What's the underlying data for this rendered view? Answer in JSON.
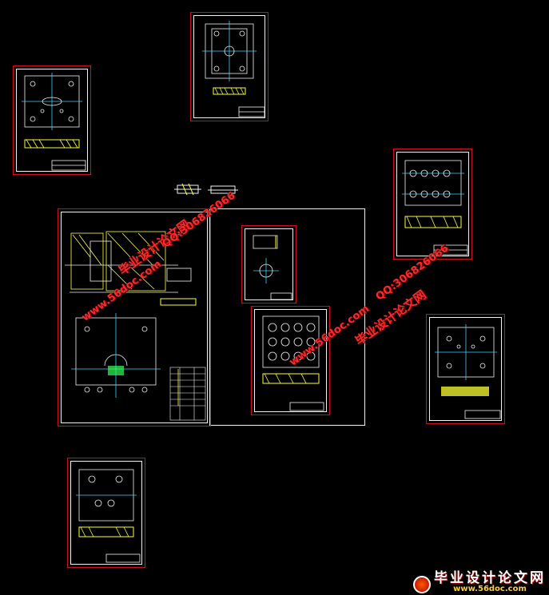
{
  "canvas": {
    "background": "#000000"
  },
  "colors": {
    "sheet_border": "#c4141a",
    "line": "#f2f2f2",
    "hatch": "#ffff33",
    "center": "#3fd0ff",
    "detail": "#ffffff",
    "accent": "#33ff55"
  },
  "sheets": [
    {
      "name": "sheet-top-center",
      "kind": "plate-tall"
    },
    {
      "name": "sheet-top-left",
      "kind": "plate-holes"
    },
    {
      "name": "sheet-right-upper",
      "kind": "plate-grid"
    },
    {
      "name": "sheet-assembly",
      "kind": "assembly"
    },
    {
      "name": "sheet-small-center",
      "kind": "part-small"
    },
    {
      "name": "sheet-mid",
      "kind": "plate-grid"
    },
    {
      "name": "sheet-right-lower",
      "kind": "plate-square"
    },
    {
      "name": "sheet-bottom-left",
      "kind": "plate-holes"
    }
  ],
  "watermarks": {
    "site_cn": "毕业设计论文网",
    "site_url": "www.56doc.com",
    "qq": "QQ:306826066"
  },
  "logo": {
    "title": "毕业设计论文网",
    "url": "www.56doc.com"
  }
}
